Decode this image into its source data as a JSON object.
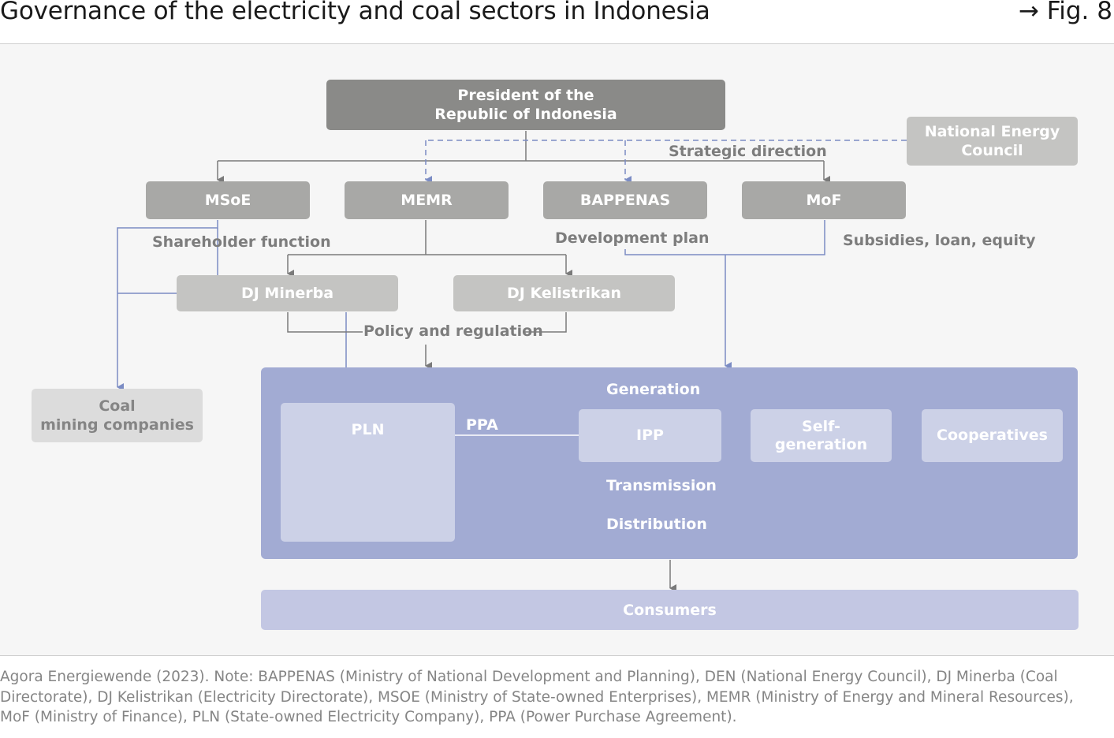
{
  "header": {
    "title": "Governance of the electricity and coal sectors in Indonesia",
    "fig_ref": "→ Fig. 8"
  },
  "nodes": {
    "president": "President of the\nRepublic of Indonesia",
    "national_energy_council": "National Energy\nCouncil",
    "msoe": "MSoE",
    "memr": "MEMR",
    "bappenas": "BAPPENAS",
    "mof": "MoF",
    "dj_minerba": "DJ Minerba",
    "dj_kelistrikan": "DJ Kelistrikan",
    "coal_mining": "Coal\nmining companies",
    "pln": "PLN",
    "ipp": "IPP",
    "self_generation": "Self-\ngeneration",
    "cooperatives": "Cooperatives",
    "consumers": "Consumers"
  },
  "labels": {
    "strategic_direction": "Strategic direction",
    "shareholder_function": "Shareholder function",
    "development_plan": "Development plan",
    "subsidies": "Subsidies, loan, equity",
    "policy_regulation": "Policy and regulation",
    "ppa": "PPA",
    "generation": "Generation",
    "transmission": "Transmission",
    "distribution": "Distribution"
  },
  "colors": {
    "dark_grey": "#8a8a88",
    "mid_grey": "#a8a8a6",
    "light_grey": "#c4c4c2",
    "blue_area": "#a2abd3",
    "pale_blue": "#ccd1e7",
    "blue_line": "#7b8cc4",
    "grey_line": "#7a7a7a"
  },
  "footnote": "Agora Energiewende (2023). Note: BAPPENAS (Ministry of National Development and Planning), DEN (National Energy Council), DJ Minerba (Coal Directorate), DJ Kelistrikan (Electricity Directorate), MSOE (Ministry of State-owned Enterprises), MEMR (Ministry of Energy and Mineral Resources), MoF (Ministry of Finance), PLN (State-owned Electricity Company), PPA (Power Purchase Agreement)."
}
